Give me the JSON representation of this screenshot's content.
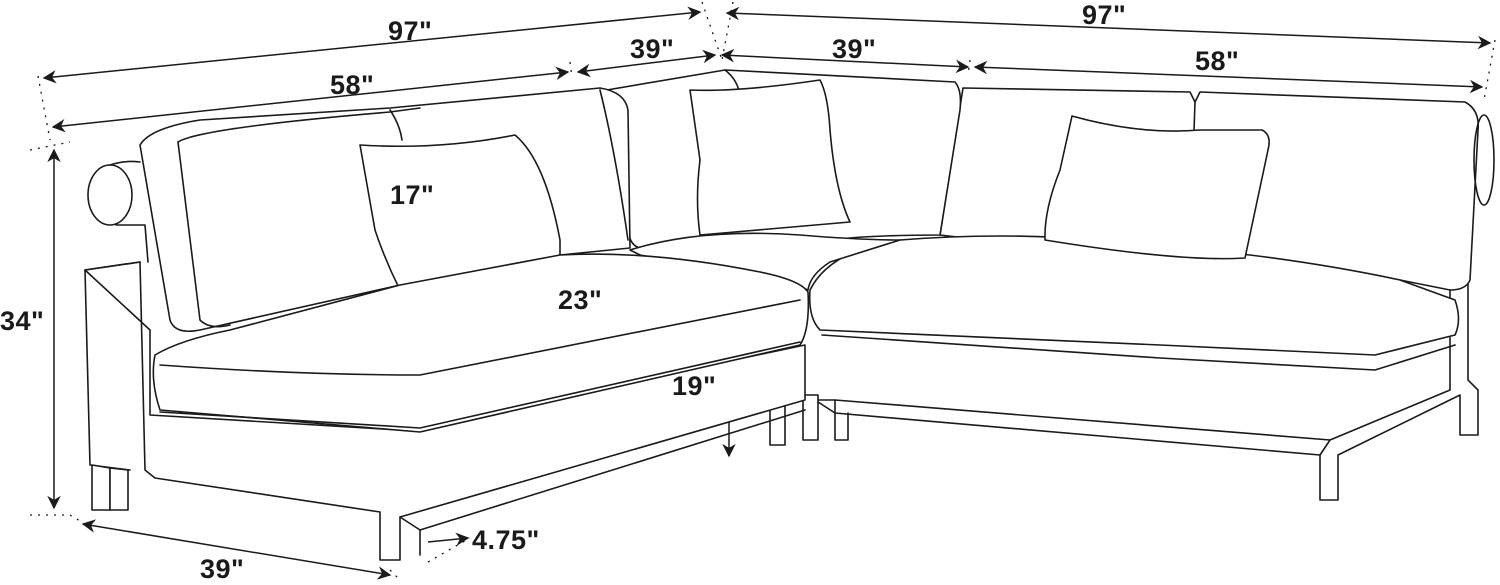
{
  "diagram": {
    "subject": "L-shaped sectional sofa with pillows",
    "line_color": "#1a1a1a",
    "background": "#ffffff",
    "dimensions": {
      "left_overall_width": "97\"",
      "left_section_width": "58\"",
      "left_corner_width": "39\"",
      "right_corner_width": "39\"",
      "right_overall_width": "97\"",
      "right_section_width": "58\"",
      "overall_height": "34\"",
      "back_height": "17\"",
      "seat_depth": "23\"",
      "seat_height": "19\"",
      "depth": "39\"",
      "leg_height": "4.75\""
    }
  }
}
